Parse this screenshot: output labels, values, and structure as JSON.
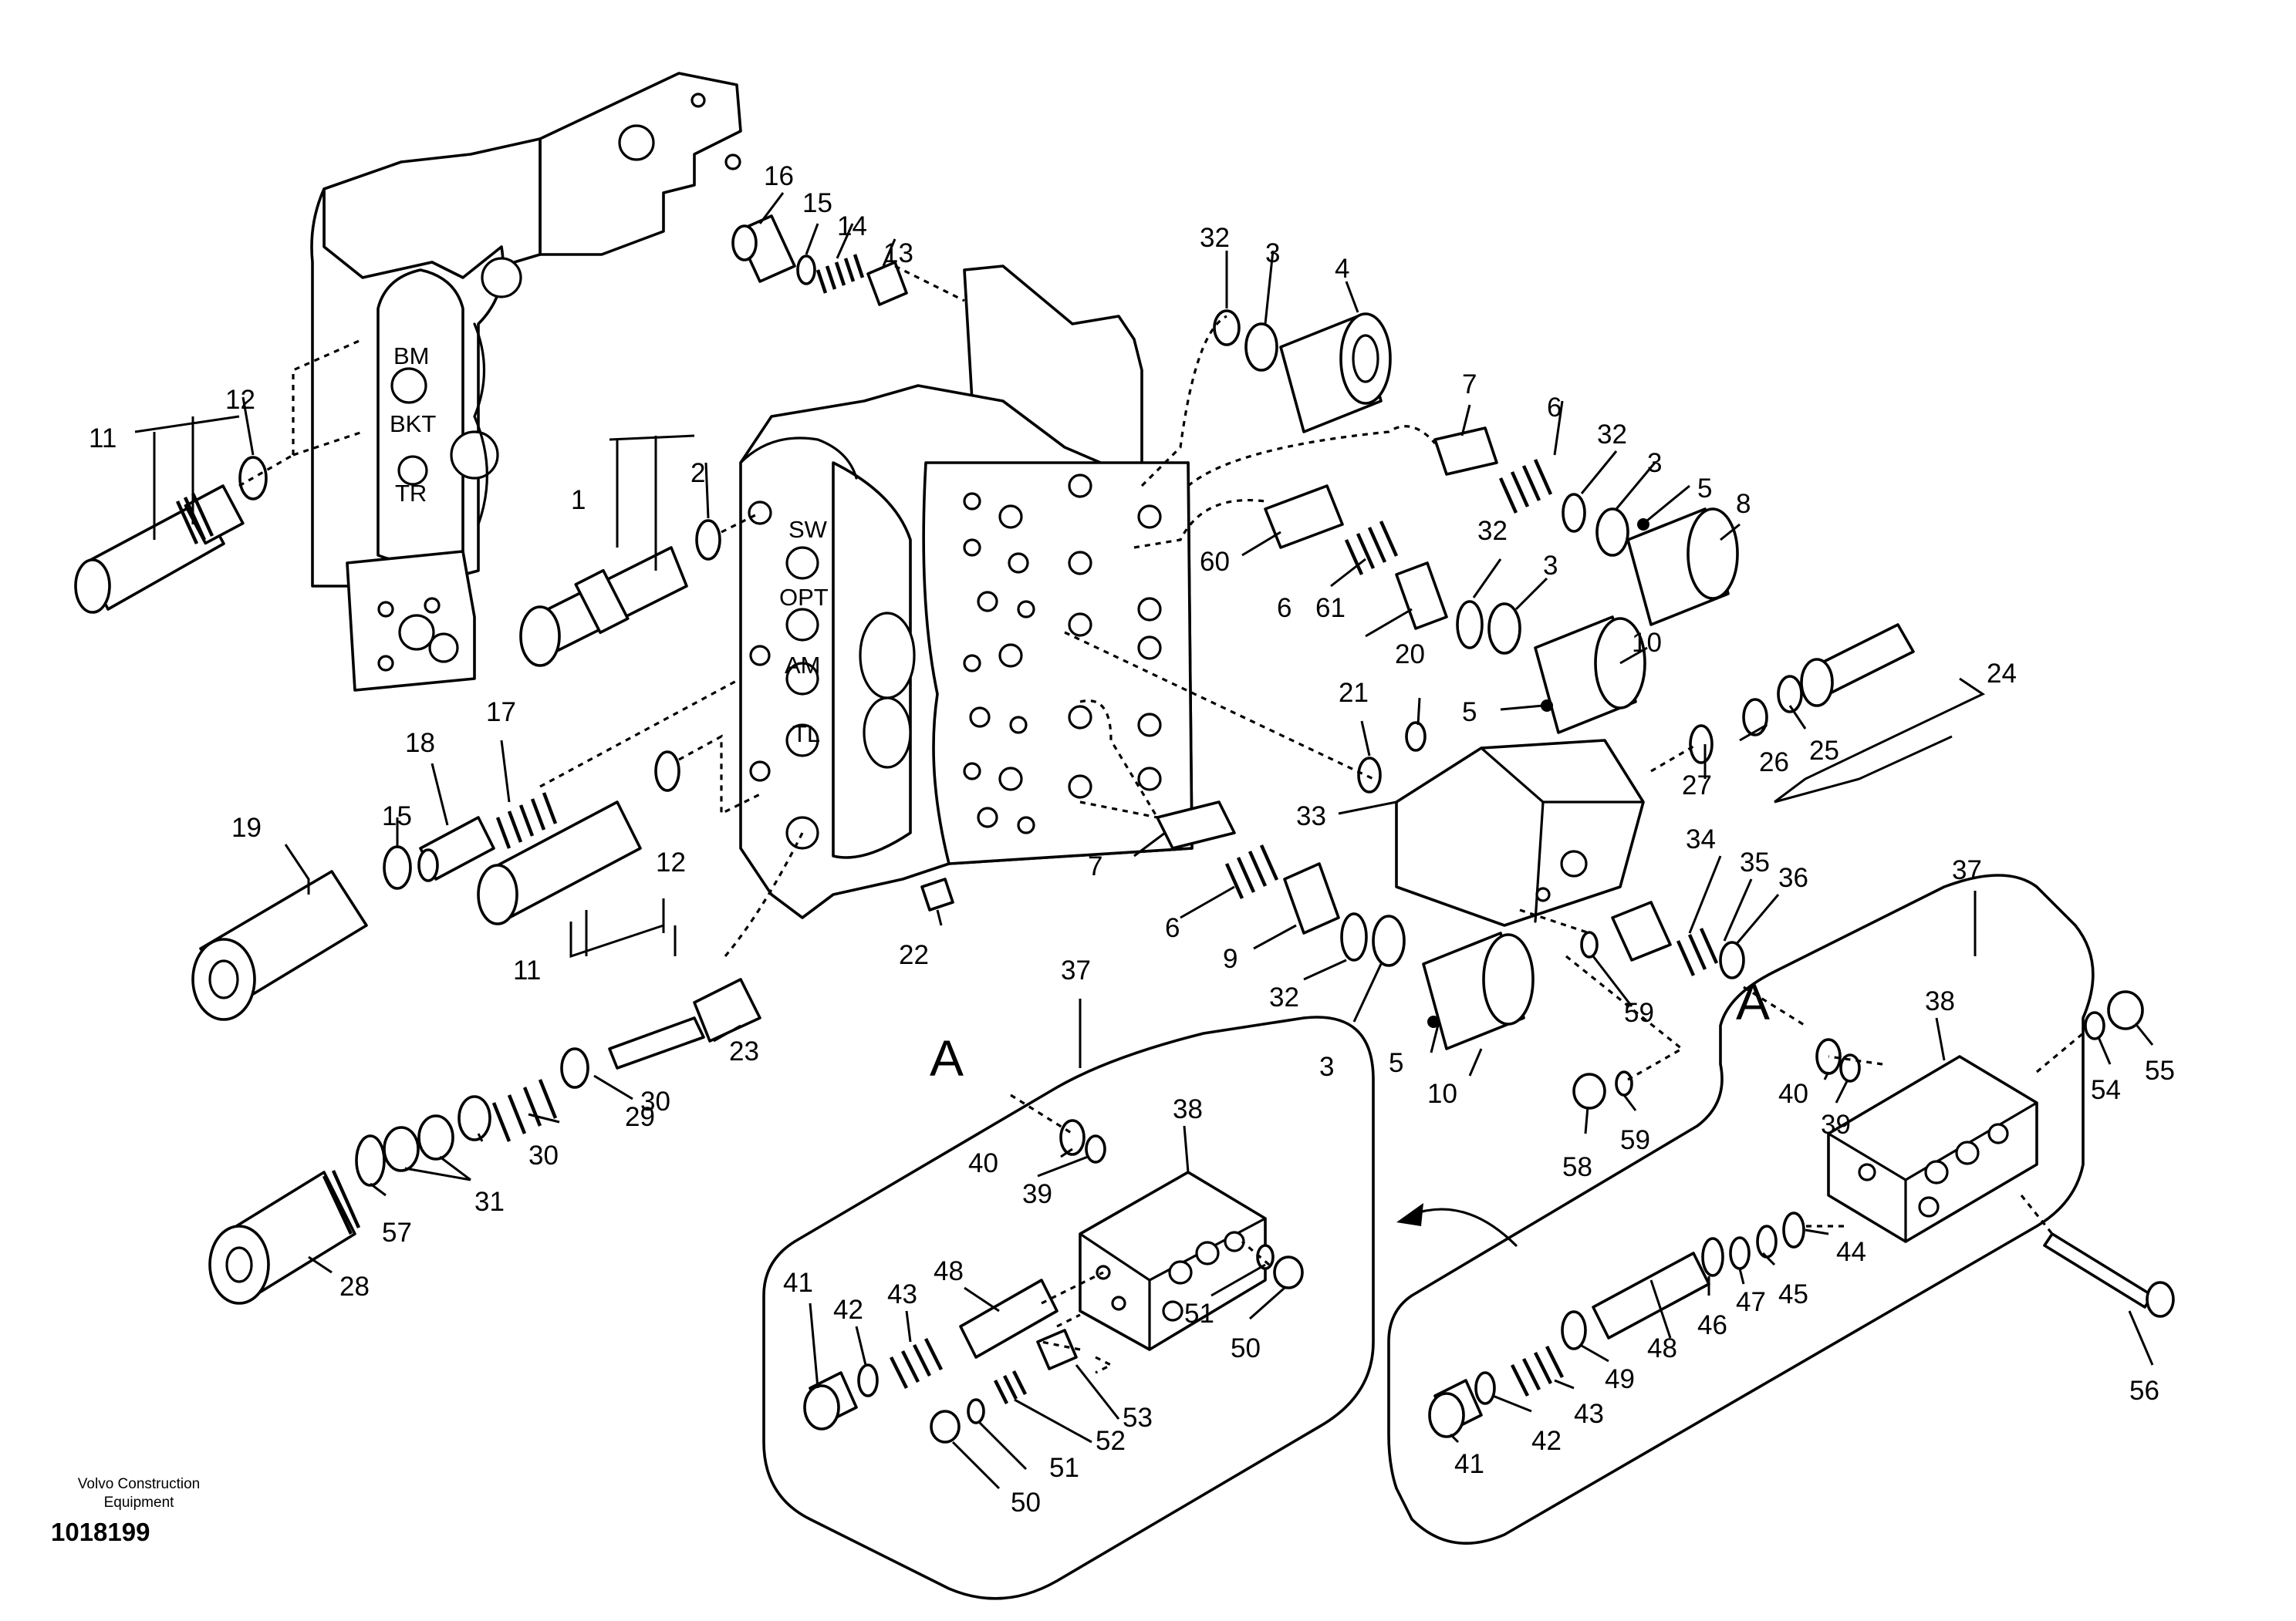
{
  "diagram": {
    "publisher": "Volvo Construction Equipment",
    "document_number": "1018199",
    "port_labels": [
      "BM",
      "BKT",
      "TR",
      "SW",
      "OPT",
      "AM",
      "TL"
    ],
    "detail_letter": "A",
    "callouts": [
      "1",
      "2",
      "3",
      "3",
      "3",
      "3",
      "4",
      "5",
      "5",
      "5",
      "6",
      "6",
      "6",
      "7",
      "7",
      "8",
      "9",
      "10",
      "10",
      "11",
      "11",
      "12",
      "12",
      "13",
      "14",
      "15",
      "15",
      "16",
      "17",
      "18",
      "19",
      "20",
      "21",
      "22",
      "23",
      "24",
      "25",
      "26",
      "27",
      "28",
      "29",
      "30",
      "30",
      "31",
      "32",
      "32",
      "32",
      "32",
      "33",
      "34",
      "35",
      "36",
      "37",
      "37",
      "38",
      "38",
      "39",
      "39",
      "40",
      "40",
      "41",
      "41",
      "42",
      "42",
      "43",
      "43",
      "44",
      "45",
      "46",
      "47",
      "48",
      "48",
      "49",
      "50",
      "50",
      "51",
      "51",
      "52",
      "53",
      "54",
      "55",
      "56",
      "57",
      "58",
      "59",
      "59",
      "60",
      "61"
    ]
  }
}
